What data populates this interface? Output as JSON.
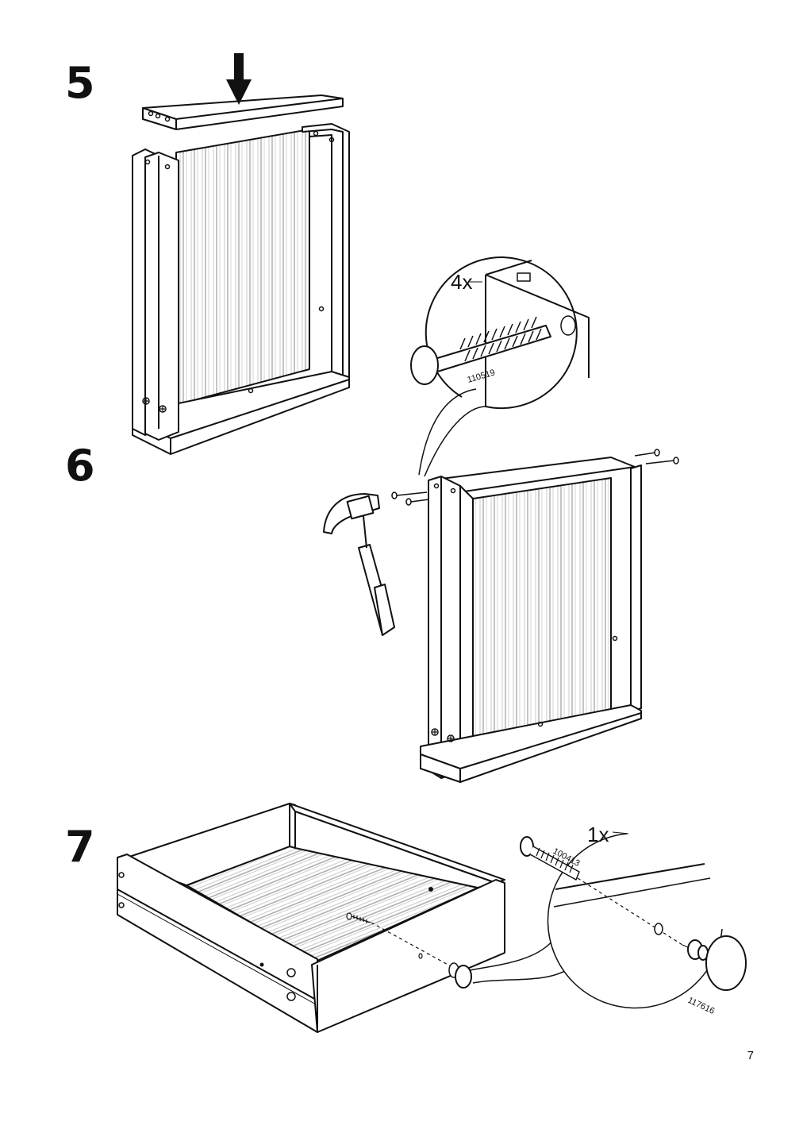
{
  "steps": [
    {
      "number": "5"
    },
    {
      "number": "6",
      "quantity": "4x",
      "part_number": "110519"
    },
    {
      "number": "7",
      "quantity": "1x",
      "screw_part": "100413",
      "knob_part": "117616"
    }
  ],
  "page_number": "7",
  "colors": {
    "line": "#111111",
    "panel": "#ffffff",
    "grain": "#bdbdbd",
    "grain_dark": "#9a9a9a"
  }
}
